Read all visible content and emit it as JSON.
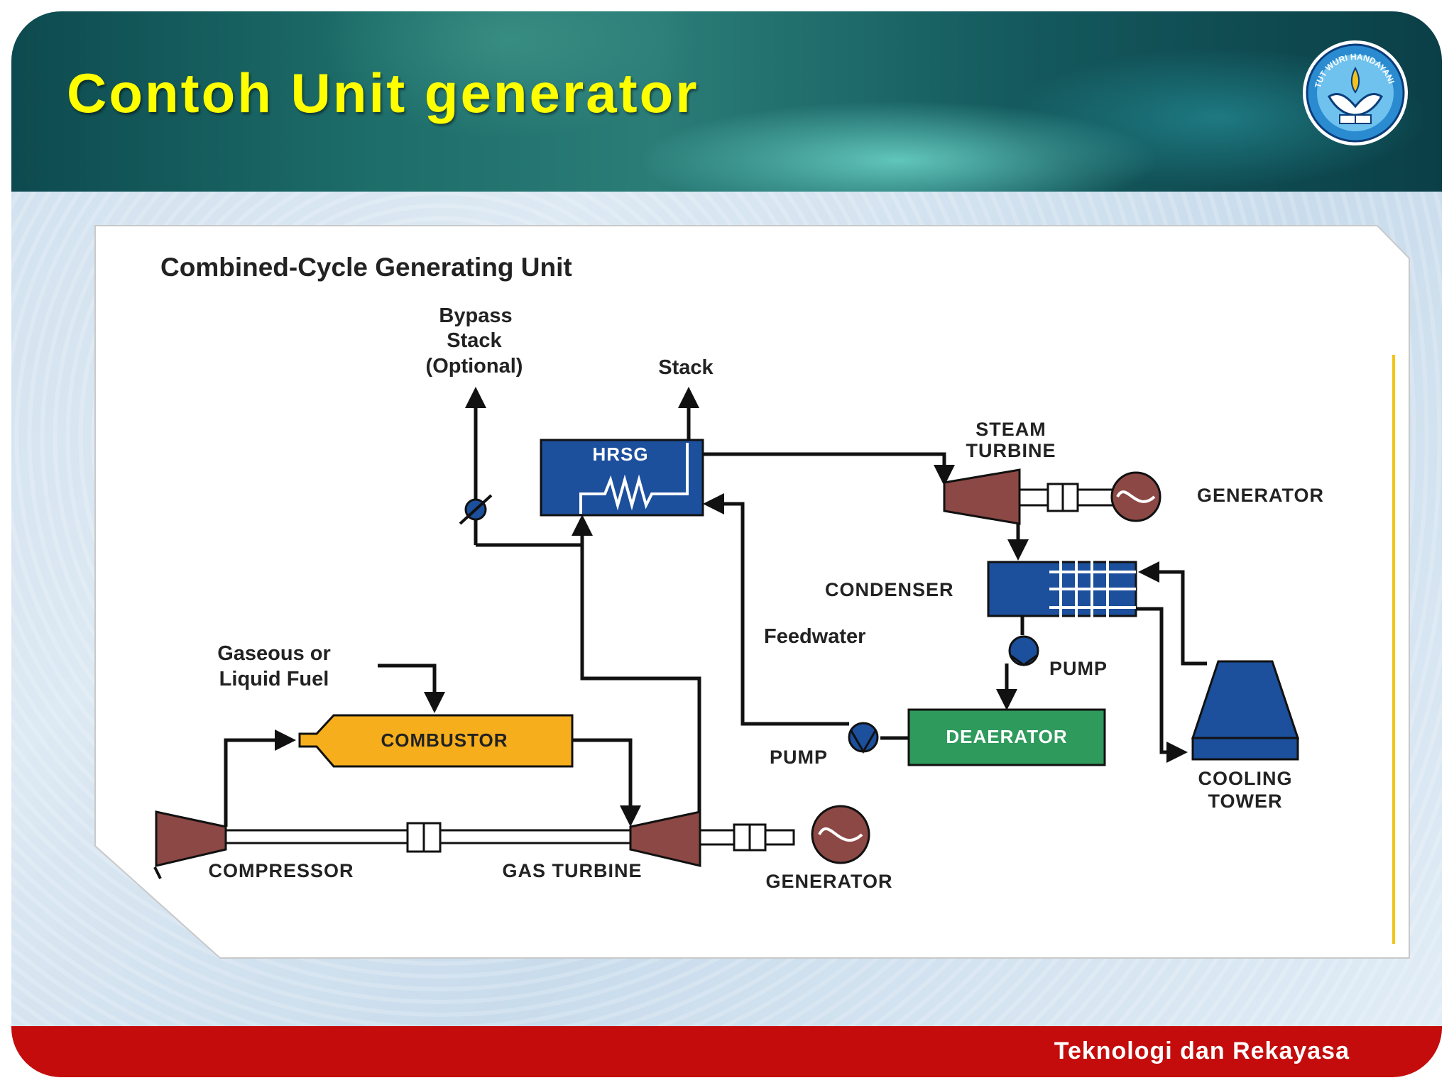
{
  "slide": {
    "title": "Contoh Unit generator",
    "footer": "Teknologi dan Rekayasa",
    "logo_text": "TUT WURI HANDAYANI"
  },
  "diagram": {
    "title": "Combined-Cycle Generating Unit",
    "bypass_stack": [
      "Bypass",
      "Stack",
      "(Optional)"
    ],
    "stack": "Stack",
    "hrsg": "HRSG",
    "steam_turbine": [
      "STEAM",
      "TURBINE"
    ],
    "generator_top": "GENERATOR",
    "condenser": "CONDENSER",
    "feedwater": "Feedwater",
    "pump_condenser": "PUMP",
    "pump_deaerator": "PUMP",
    "deaerator": "DEAERATOR",
    "cooling_tower": [
      "COOLING",
      "TOWER"
    ],
    "fuel": [
      "Gaseous or",
      "Liquid Fuel"
    ],
    "combustor": "COMBUSTOR",
    "compressor": "COMPRESSOR",
    "gas_turbine": "GAS TURBINE",
    "generator_bottom": "GENERATOR"
  },
  "colors": {
    "title": "#ffff00",
    "footer": "#c40c0c",
    "box_blue": "#1c4f9c",
    "combustor": "#f6ae1c",
    "deaerator": "#2e9a5c",
    "turbine": "#8c4844",
    "flow": "#111111"
  }
}
